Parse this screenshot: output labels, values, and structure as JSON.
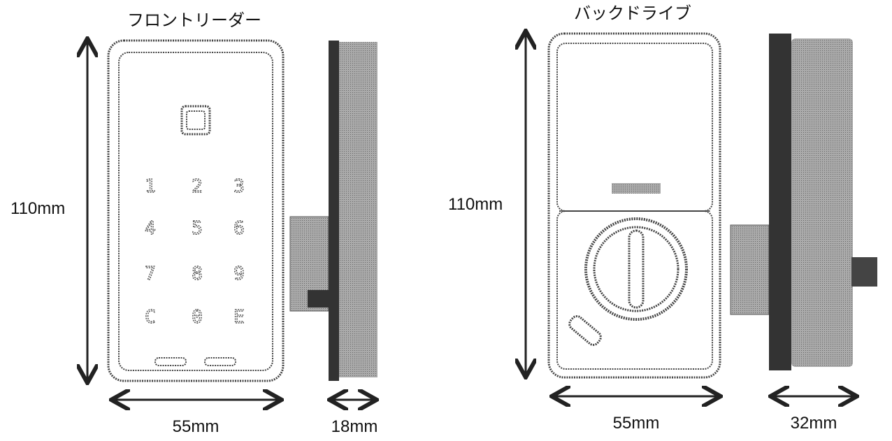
{
  "front": {
    "title": "フロントリーダー",
    "height_label": "110mm",
    "width_label": "55mm",
    "depth_label": "18mm",
    "keys": [
      "1",
      "2",
      "3",
      "4",
      "5",
      "6",
      "7",
      "8",
      "9",
      "C",
      "0",
      "E"
    ]
  },
  "back": {
    "title": "バックドライブ",
    "height_label": "110mm",
    "width_label": "55mm",
    "depth_label": "32mm"
  },
  "colors": {
    "line": "#222222",
    "shade": "#9a9a9a",
    "dark": "#333333"
  }
}
